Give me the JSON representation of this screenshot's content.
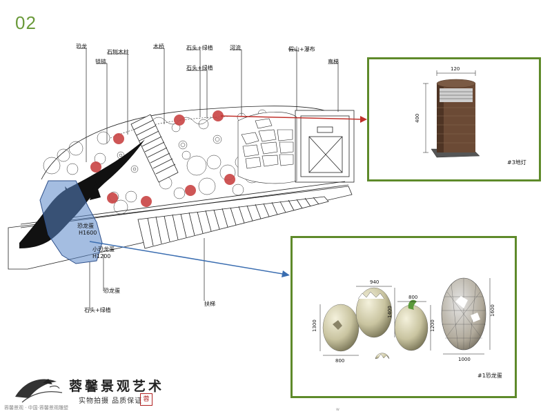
{
  "page_number": "02",
  "callouts": {
    "dinosaur": "恐龙",
    "stone_pillar": "石刨木柱",
    "chain": "锁链",
    "wood_bridge": "木桥",
    "stone_plants_1": "石头+绿植",
    "stone_plants_2": "石头+绿植",
    "river": "河流",
    "rockery_waterfall": "假山+瀑布",
    "straight_ladder": "直梯",
    "egg_big": "恐龙蛋",
    "egg_big_size": "H1600",
    "egg_small": "小恐龙蛋",
    "egg_small_size": "H1200",
    "dinosaur_egg": "恐龙蛋",
    "stone_plants_3": "石头+绿植",
    "handrail": "扶梯"
  },
  "lamp_detail": {
    "width_dim": "120",
    "height_dim": "400",
    "caption": "#3地灯"
  },
  "egg_detail": {
    "dims": {
      "d1300": "1300",
      "d800_bottom": "800",
      "d940": "940",
      "d1400": "1400",
      "d800_top": "800",
      "d1200": "1200",
      "d1000": "1000",
      "d1600": "1600"
    },
    "caption": "#1恐龙蛋"
  },
  "branding": {
    "name": "蓉馨景观艺术",
    "slogan": "实物拍摄  品质保证",
    "seal": "蓉",
    "footer": "蓉馨景观 · 中国·蓉馨景观雕塑",
    "mark": "w"
  },
  "colors": {
    "accent_green": "#5e8a2a",
    "page_number": "#6a9a3a",
    "marker_red": "#c94444",
    "arrow_red": "#c0302a",
    "arrow_blue": "#3a6db0",
    "highlight_blue": "#5a86c8"
  }
}
